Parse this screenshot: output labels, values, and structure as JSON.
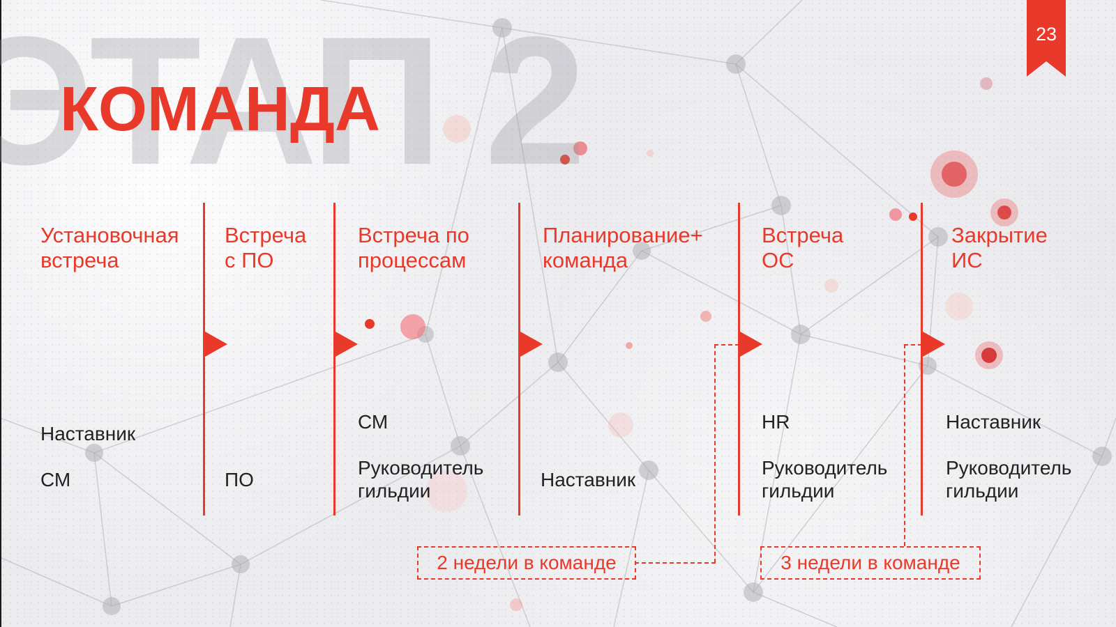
{
  "slide": {
    "background_word": "ЭТАП 2",
    "title": "КОМАНДА",
    "page_number": "23",
    "accent_color": "#e8392a"
  },
  "stages": [
    {
      "title_lines": [
        "Установочная",
        "встреча"
      ],
      "participants": [
        [
          "Наставник"
        ],
        [
          "СМ"
        ]
      ]
    },
    {
      "title_lines": [
        "Встреча",
        "с ПО"
      ],
      "participants": [
        [
          "ПО"
        ]
      ]
    },
    {
      "title_lines": [
        "Встреча по",
        "процессам"
      ],
      "participants": [
        [
          "СМ"
        ],
        [
          "Руководитель",
          "гильдии"
        ]
      ]
    },
    {
      "title_lines": [
        "Планирование+",
        "команда"
      ],
      "participants": [
        [
          "Наставник"
        ]
      ]
    },
    {
      "title_lines": [
        "Встреча",
        "ОС"
      ],
      "participants": [
        [
          "HR"
        ],
        [
          "Руководитель",
          "гильдии"
        ]
      ]
    },
    {
      "title_lines": [
        "Закрытие",
        "ИС"
      ],
      "participants": [
        [
          "Наставник"
        ],
        [
          "Руководитель",
          "гильдии"
        ]
      ]
    }
  ],
  "durations": [
    {
      "label": "2 недели в команде"
    },
    {
      "label": "3 недели в команде"
    }
  ]
}
